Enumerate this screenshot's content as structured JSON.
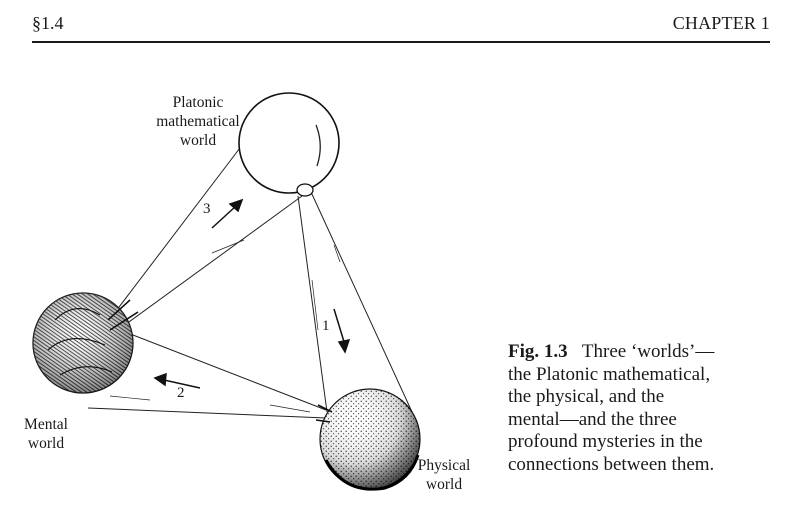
{
  "running_head": {
    "section": "§1.4",
    "chapter": "CHAPTER 1"
  },
  "figure": {
    "labels": {
      "platonic": [
        "Platonic",
        "mathematical",
        "world"
      ],
      "mental": [
        "Mental",
        "world"
      ],
      "physical": [
        "Physical",
        "world"
      ]
    },
    "mystery_numbers": [
      "1",
      "2",
      "3"
    ]
  },
  "caption": {
    "label": "Fig. 1.3",
    "text_lines": [
      "Three ‘worlds’—",
      "the Platonic mathematical,",
      "the physical, and the",
      "mental—and the three",
      "profound mysteries in the",
      "connections between them."
    ]
  }
}
